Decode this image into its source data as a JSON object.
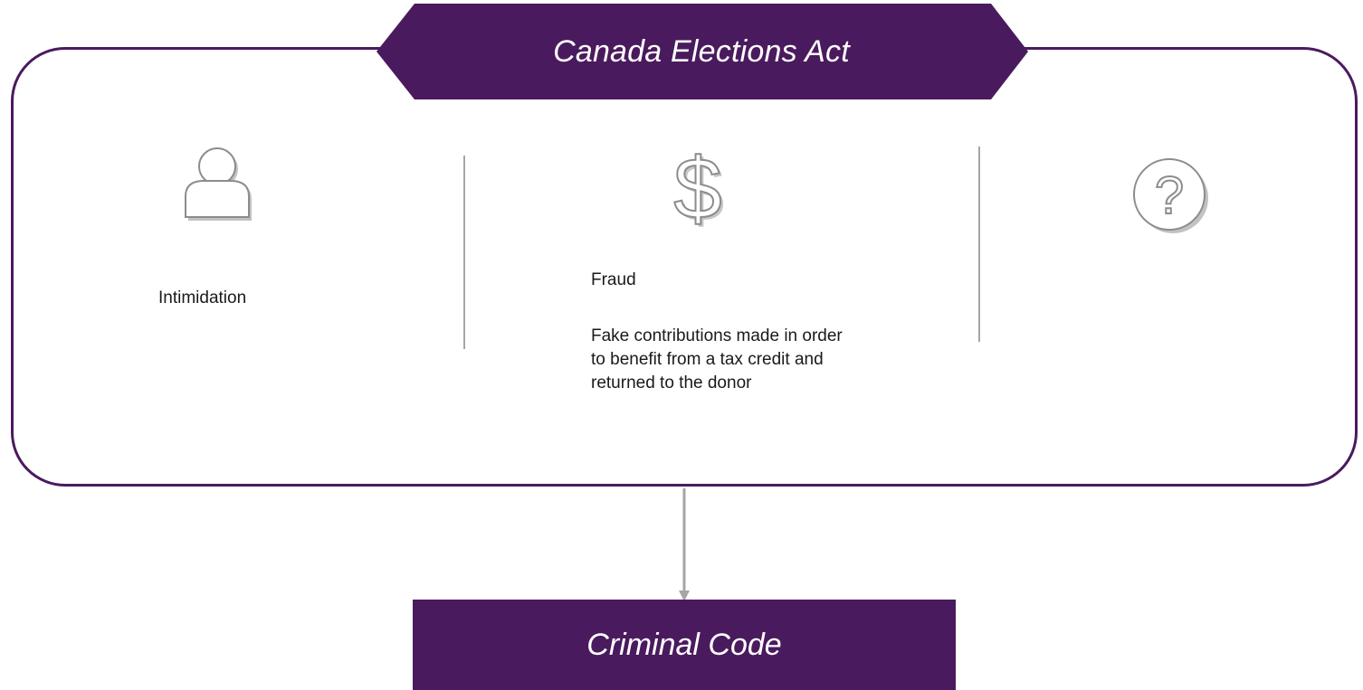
{
  "header": {
    "title": "Canada Elections Act"
  },
  "columns": [
    {
      "icon": "person-icon",
      "title": "Intimidation",
      "description": ""
    },
    {
      "icon": "dollar-sign-icon",
      "title": "Fraud",
      "description": "Fake contributions made in order to benefit from a tax credit and returned to the donor"
    },
    {
      "icon": "question-mark-icon",
      "title": "",
      "description": ""
    }
  ],
  "footer": {
    "title": "Criminal Code"
  },
  "colors": {
    "primary_purple": "#4a1a5e",
    "divider_gray": "#a6a6a6",
    "icon_gray": "#bfbfbf"
  }
}
